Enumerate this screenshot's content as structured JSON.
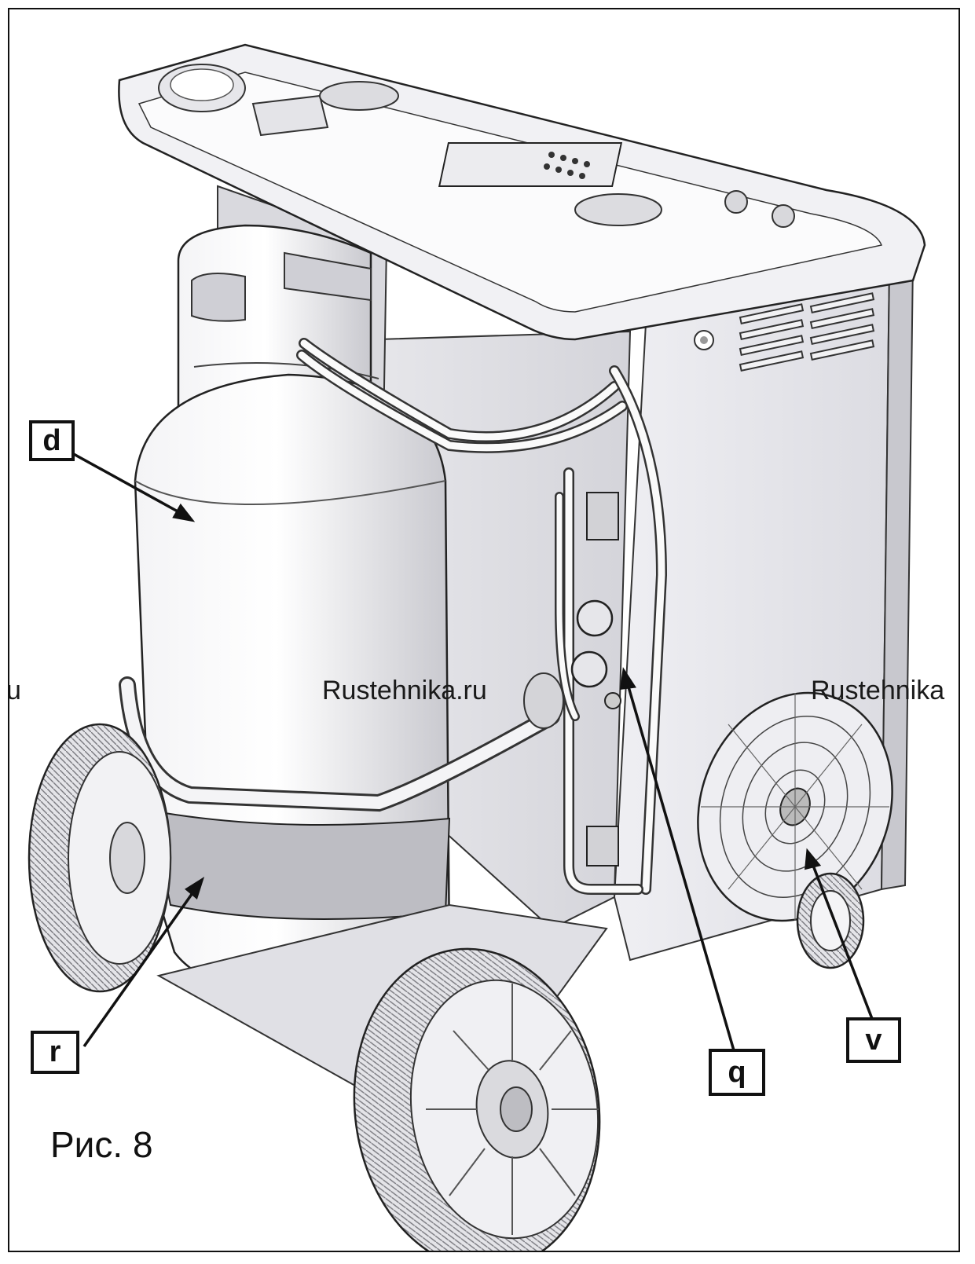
{
  "figure": {
    "caption": "Рис. 8",
    "callouts": [
      {
        "id": "d",
        "label": "d"
      },
      {
        "id": "r",
        "label": "r"
      },
      {
        "id": "q",
        "label": "q"
      },
      {
        "id": "v",
        "label": "v"
      }
    ],
    "watermarks": [
      "u",
      "Rustehnika.ru",
      "Rustehnika"
    ]
  }
}
